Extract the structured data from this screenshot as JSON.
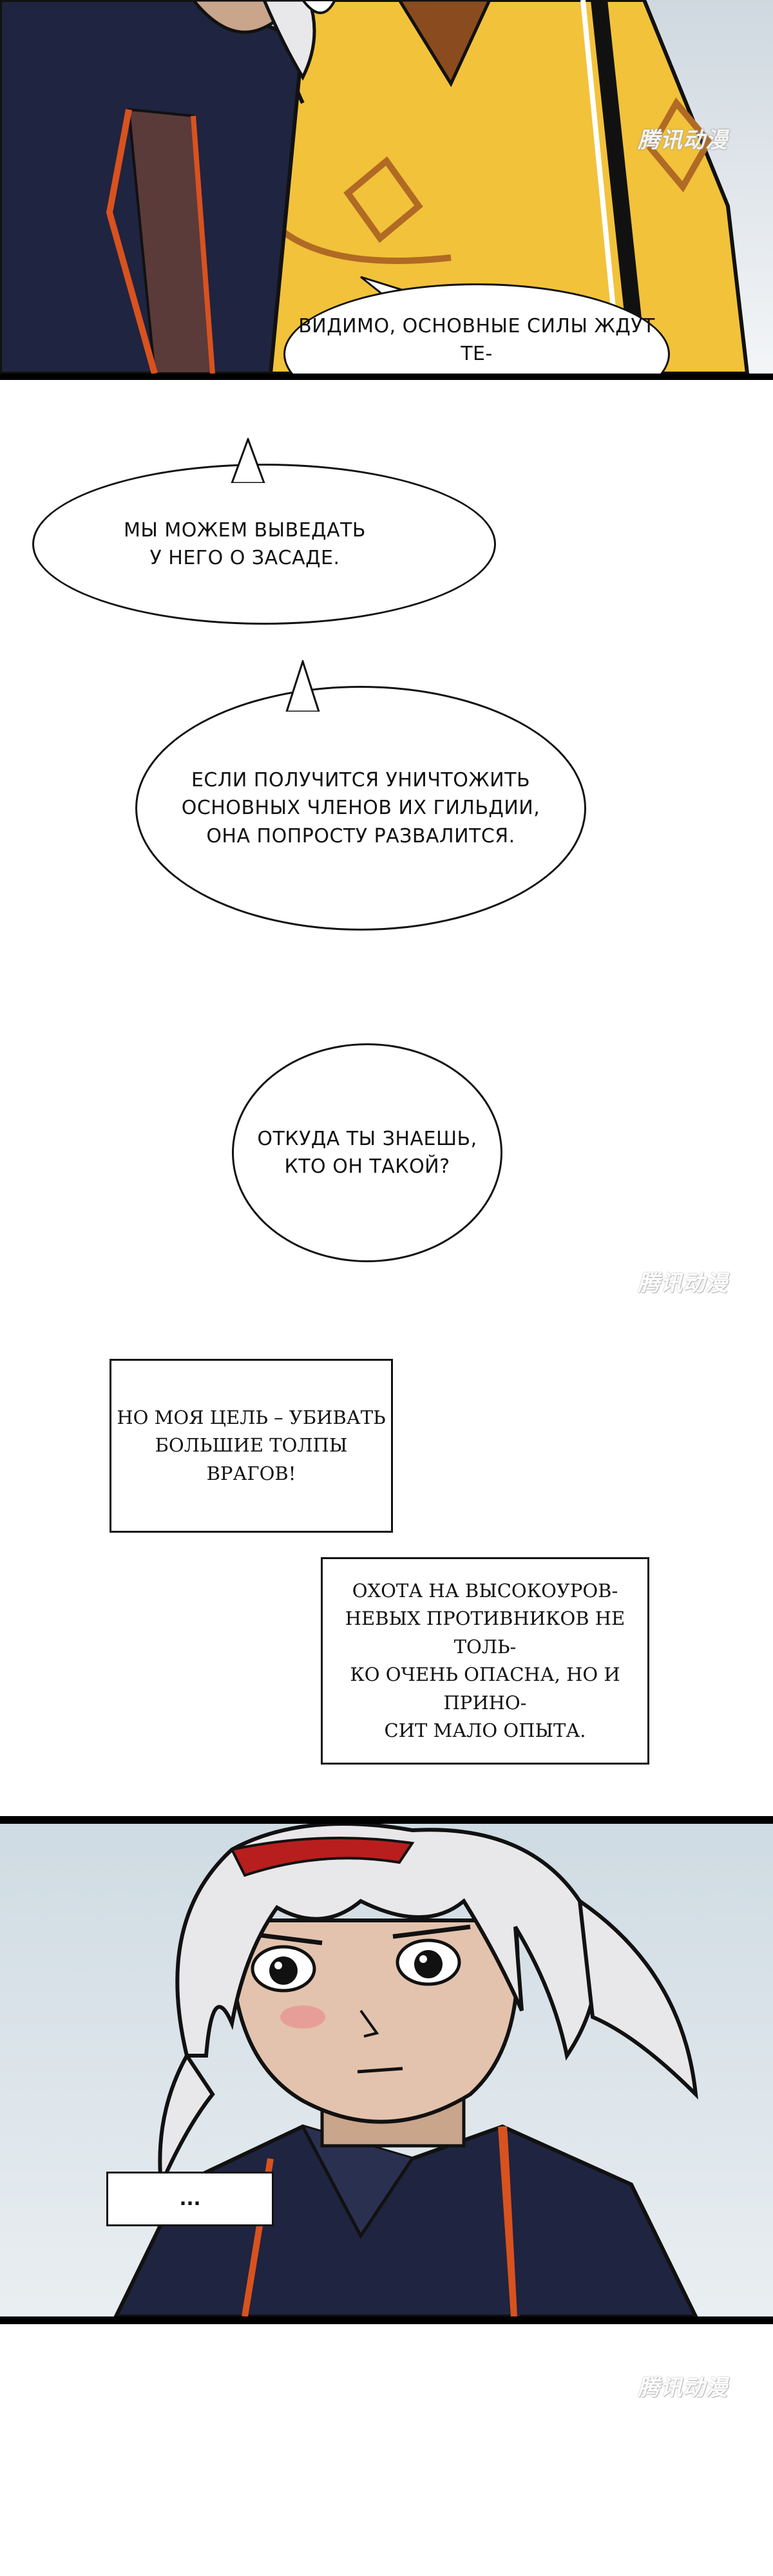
{
  "dialogue": {
    "bubble1": "ВИДИМО, ОСНОВНЫЕ СИЛЫ ЖДУТ ТЕ-\nБЯ У ПОРТАЛА В [ПОДЗЕМЕЛЬЕ].",
    "bubble2": "МЫ МОЖЕМ ВЫВЕДАТЬ\nУ НЕГО О ЗАСАДЕ.",
    "bubble3": "ЕСЛИ ПОЛУЧИТСЯ УНИЧТОЖИТЬ\nОСНОВНЫХ ЧЛЕНОВ ИХ ГИЛЬДИИ,\nОНА ПОПРОСТУ РАЗВАЛИТСЯ.",
    "bubble4": "ОТКУДА ТЫ ЗНАЕШЬ,\nКТО ОН ТАКОЙ?"
  },
  "captions": {
    "caption1": "НО МОЯ ЦЕЛЬ – УБИВАТЬ\nБОЛЬШИЕ ТОЛПЫ ВРАГОВ!",
    "caption2": "ОХОТА НА ВЫСОКОУРОВ-\nНЕВЫХ ПРОТИВНИКОВ НЕ ТОЛЬ-\nКО ОЧЕНЬ ОПАСНА, НО И ПРИНО-\nСИТ МАЛО ОПЫТА.",
    "caption3": "..."
  },
  "watermark": "腾讯动漫",
  "colors": {
    "jacket_navy": "#1f2440",
    "jacket_trim_orange": "#d8521e",
    "yellow_shirt": "#f2c23a",
    "hair_silver": "#e8e8ea",
    "outline": "#111111"
  }
}
